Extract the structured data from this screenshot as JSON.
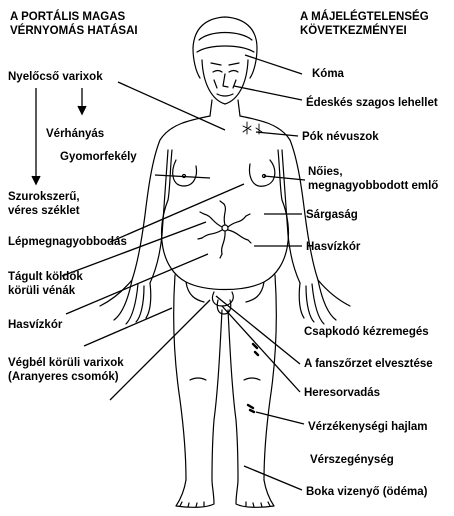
{
  "headers": {
    "left": [
      "A PORTÁLIS MAGAS",
      "VÉRNYOMÁS HATÁSAI"
    ],
    "right": [
      "A MÁJELÉGTELENSÉG",
      "KÖVETKEZMÉNYEI"
    ]
  },
  "left_labels": {
    "nyelocso": "Nyelőcső varixok",
    "verhanyas": "Vérhányás",
    "gyomorfekely": "Gyomorfekély",
    "szurok": [
      "Szurokszerű,",
      "véres széklet"
    ],
    "lepmegnagy": "Lépmegnagyobbodás",
    "tagult": [
      "Tágult köldök",
      "körüli vénák"
    ],
    "hasvizkor": "Hasvízkór",
    "vegbel": [
      "Végbél körüli varixok",
      "(Aranyeres csomók)"
    ]
  },
  "right_labels": {
    "koma": "Kóma",
    "edeskes": "Édeskés szagos lehellet",
    "pok": "Pók névuszok",
    "noies": [
      "Nőies,",
      "megnagyobbodott emlő"
    ],
    "sargasag": "Sárgaság",
    "hasvizkor": "Hasvízkór",
    "csapkodo": "Csapkodó kézremegés",
    "fanszor": "A fanszőrzet elvesztése",
    "heresorvadas": "Heresorvadás",
    "verzekenyseg": "Vérzékenységi hajlam",
    "verszegenyseg": "Vérszegénység",
    "boka": "Boka vizenyő (ödéma)"
  }
}
